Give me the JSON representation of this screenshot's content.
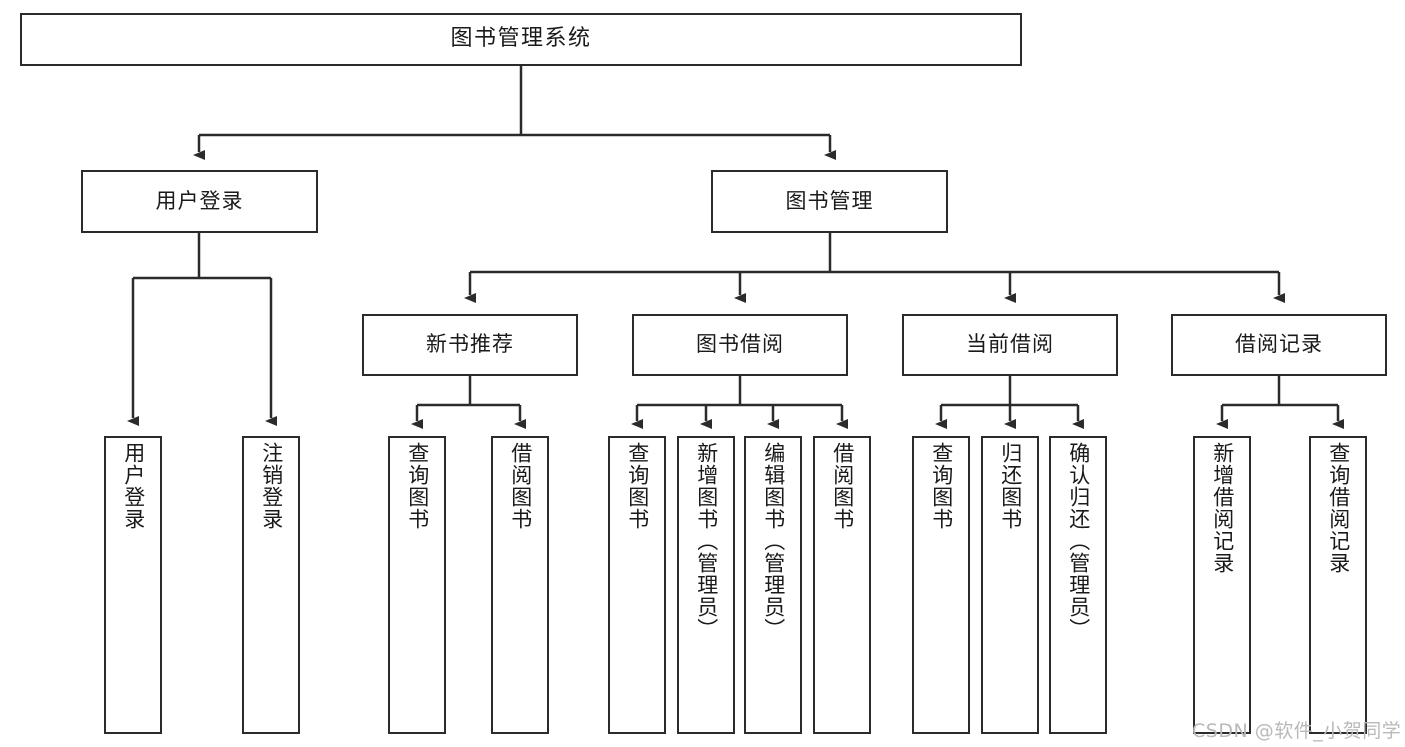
{
  "diagram": {
    "title": "图书管理系统",
    "type": "tree",
    "watermark": "CSDN @软件_小贺同学",
    "colors": {
      "box_border": "#2b2b2b",
      "box_fill": "#ffffff",
      "edge": "#2b2b2b",
      "text": "#1a1a1a",
      "watermark": "#b9b9b9"
    },
    "nodes": {
      "root": {
        "label": "图书管理系统"
      },
      "level1": [
        {
          "id": "user-login",
          "label": "用户登录"
        },
        {
          "id": "book-manage",
          "label": "图书管理"
        }
      ],
      "level2": [
        {
          "id": "new-book-recommend",
          "label": "新书推荐"
        },
        {
          "id": "book-borrow",
          "label": "图书借阅"
        },
        {
          "id": "current-borrow",
          "label": "当前借阅"
        },
        {
          "id": "borrow-record",
          "label": "借阅记录"
        }
      ],
      "leaves": {
        "user-login": [
          {
            "id": "leaf-user-login",
            "label": "用户登录"
          },
          {
            "id": "leaf-logout",
            "label": "注销登录"
          }
        ],
        "new-book-recommend": [
          {
            "id": "leaf-query-book-1",
            "label": "查询图书"
          },
          {
            "id": "leaf-borrow-book-1",
            "label": "借阅图书"
          }
        ],
        "book-borrow": [
          {
            "id": "leaf-query-book-2",
            "label": "查询图书"
          },
          {
            "id": "leaf-add-book",
            "label": "新增图书（管理员）"
          },
          {
            "id": "leaf-edit-book",
            "label": "编辑图书（管理员）"
          },
          {
            "id": "leaf-borrow-book-2",
            "label": "借阅图书"
          }
        ],
        "current-borrow": [
          {
            "id": "leaf-query-book-3",
            "label": "查询图书"
          },
          {
            "id": "leaf-return-book",
            "label": "归还图书"
          },
          {
            "id": "leaf-confirm-return",
            "label": "确认归还（管理员）"
          }
        ],
        "borrow-record": [
          {
            "id": "leaf-add-record",
            "label": "新增借阅记录"
          },
          {
            "id": "leaf-query-record",
            "label": "查询借阅记录"
          }
        ]
      }
    }
  }
}
